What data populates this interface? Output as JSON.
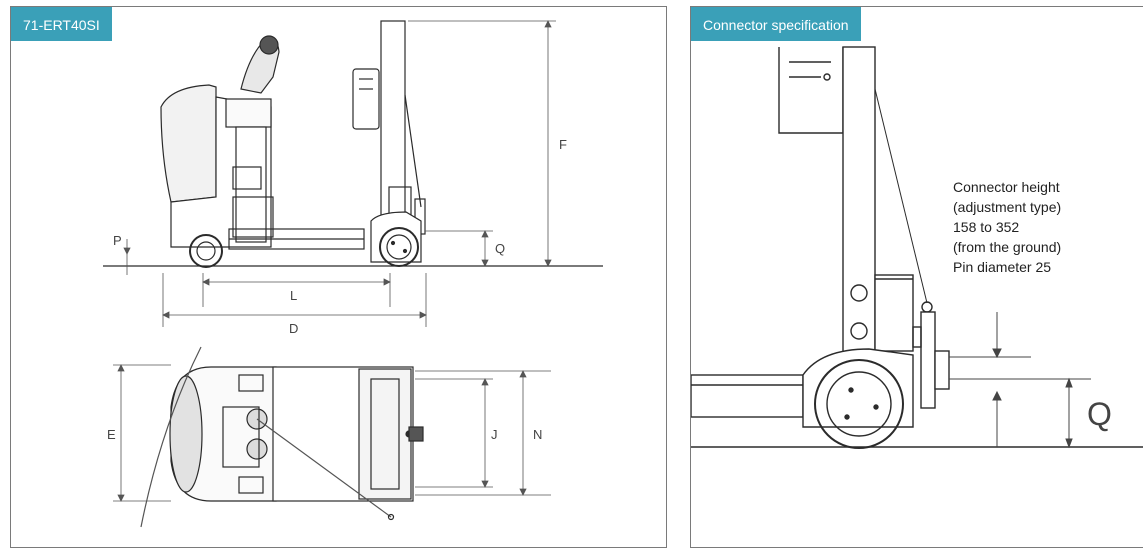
{
  "left_panel": {
    "title": "71-ERT40SI",
    "accent_color": "#3aa0b8",
    "dimension_labels": {
      "P": "P",
      "Q": "Q",
      "F": "F",
      "L": "L",
      "D": "D",
      "E": "E",
      "J": "J",
      "N": "N"
    }
  },
  "right_panel": {
    "title": "Connector specification",
    "note_lines": [
      "Connector height",
      "(adjustment type)",
      "158 to 352",
      "(from the ground)",
      "Pin diameter 25"
    ],
    "q_label": "Q"
  }
}
